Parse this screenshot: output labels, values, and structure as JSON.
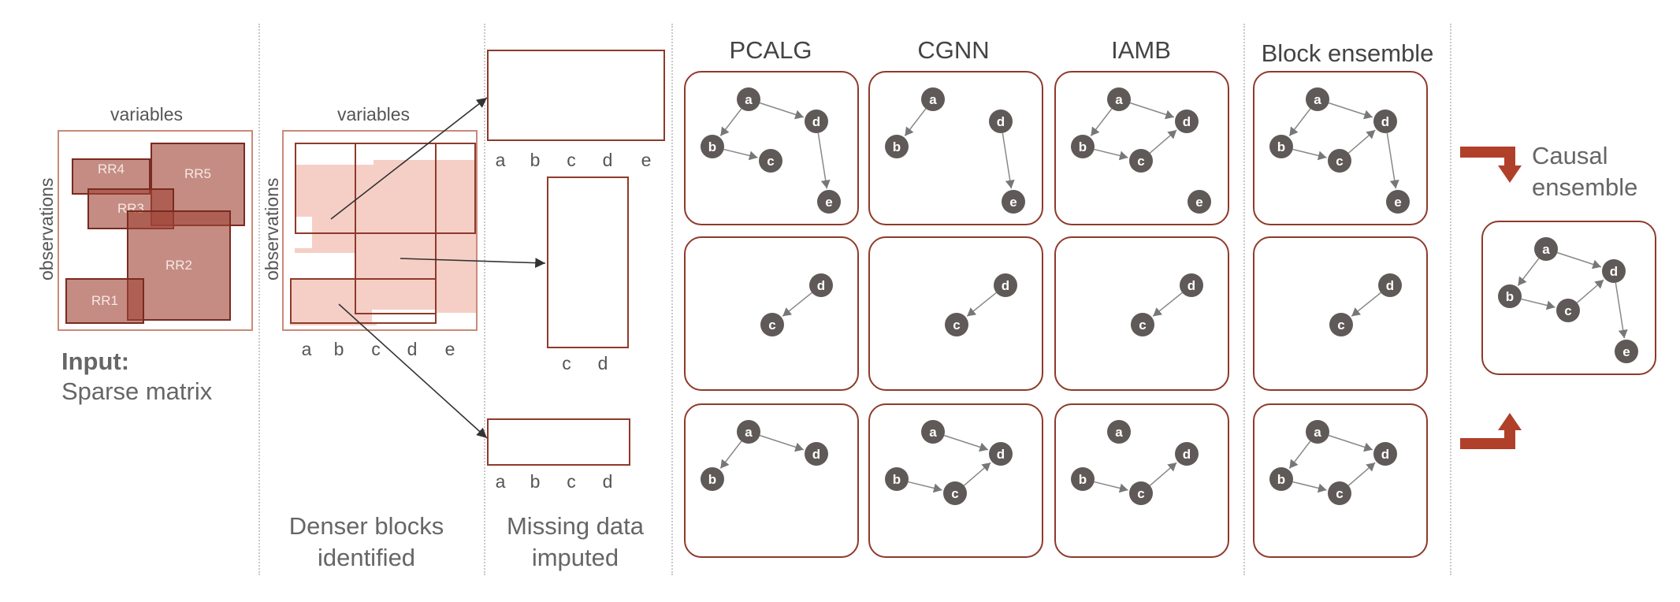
{
  "colors": {
    "accent": "#8e3a2a",
    "node_fill": "#5f5957",
    "block_fill": "#f5cfc6",
    "arrow_brown": "#b0402a"
  },
  "input_stage": {
    "title_bold": "Input:",
    "title_rest": "Sparse matrix",
    "variables_label": "variables",
    "observations_label": "observations",
    "regions": [
      "RR4",
      "RR3",
      "RR5",
      "RR2",
      "RR1"
    ]
  },
  "blocks_stage": {
    "variables_label": "variables",
    "observations_label": "observations",
    "columns": [
      "a",
      "b",
      "c",
      "d",
      "e"
    ],
    "caption_line1": "Denser blocks",
    "caption_line2": "identified"
  },
  "impute_stage": {
    "block1_columns": [
      "a",
      "b",
      "c",
      "d",
      "e"
    ],
    "block2_columns": [
      "c",
      "d"
    ],
    "block3_columns": [
      "a",
      "b",
      "c",
      "d"
    ],
    "caption_line1": "Missing data",
    "caption_line2": "imputed"
  },
  "methods": [
    "PCALG",
    "CGNN",
    "IAMB",
    "Block ensemble"
  ],
  "graphs": {
    "row1": [
      {
        "nodes": [
          "a",
          "b",
          "c",
          "d",
          "e"
        ],
        "edges": [
          [
            "a",
            "b"
          ],
          [
            "a",
            "d"
          ],
          [
            "b",
            "c"
          ],
          [
            "d",
            "e"
          ]
        ]
      },
      {
        "nodes": [
          "a",
          "b",
          "d",
          "e"
        ],
        "edges": [
          [
            "a",
            "b"
          ],
          [
            "d",
            "e"
          ]
        ]
      },
      {
        "nodes": [
          "a",
          "b",
          "c",
          "d",
          "e"
        ],
        "edges": [
          [
            "a",
            "b"
          ],
          [
            "a",
            "d"
          ],
          [
            "b",
            "c"
          ],
          [
            "c",
            "d"
          ]
        ]
      },
      {
        "nodes": [
          "a",
          "b",
          "c",
          "d",
          "e"
        ],
        "edges": [
          [
            "a",
            "b"
          ],
          [
            "a",
            "d"
          ],
          [
            "b",
            "c"
          ],
          [
            "c",
            "d"
          ],
          [
            "d",
            "e"
          ]
        ]
      }
    ],
    "row2": [
      {
        "nodes": [
          "c",
          "d"
        ],
        "edges": [
          [
            "d",
            "c"
          ]
        ]
      },
      {
        "nodes": [
          "c",
          "d"
        ],
        "edges": [
          [
            "d",
            "c"
          ]
        ]
      },
      {
        "nodes": [
          "c",
          "d"
        ],
        "edges": [
          [
            "d",
            "c"
          ]
        ]
      },
      {
        "nodes": [
          "c",
          "d"
        ],
        "edges": [
          [
            "d",
            "c"
          ]
        ]
      }
    ],
    "row3": [
      {
        "nodes": [
          "a",
          "b",
          "d"
        ],
        "edges": [
          [
            "a",
            "b"
          ],
          [
            "a",
            "d"
          ]
        ]
      },
      {
        "nodes": [
          "a",
          "b",
          "c",
          "d"
        ],
        "edges": [
          [
            "a",
            "d"
          ],
          [
            "b",
            "c"
          ],
          [
            "c",
            "d"
          ]
        ]
      },
      {
        "nodes": [
          "a",
          "b",
          "c",
          "d"
        ],
        "edges": [
          [
            "b",
            "c"
          ],
          [
            "c",
            "d"
          ]
        ]
      },
      {
        "nodes": [
          "a",
          "b",
          "c",
          "d"
        ],
        "edges": [
          [
            "a",
            "b"
          ],
          [
            "a",
            "d"
          ],
          [
            "b",
            "c"
          ],
          [
            "c",
            "d"
          ]
        ]
      }
    ],
    "final": {
      "nodes": [
        "a",
        "b",
        "c",
        "d",
        "e"
      ],
      "edges": [
        [
          "a",
          "b"
        ],
        [
          "a",
          "d"
        ],
        [
          "b",
          "c"
        ],
        [
          "c",
          "d"
        ],
        [
          "d",
          "e"
        ]
      ]
    }
  },
  "output": {
    "label_line1": "Causal",
    "label_line2": "ensemble"
  }
}
